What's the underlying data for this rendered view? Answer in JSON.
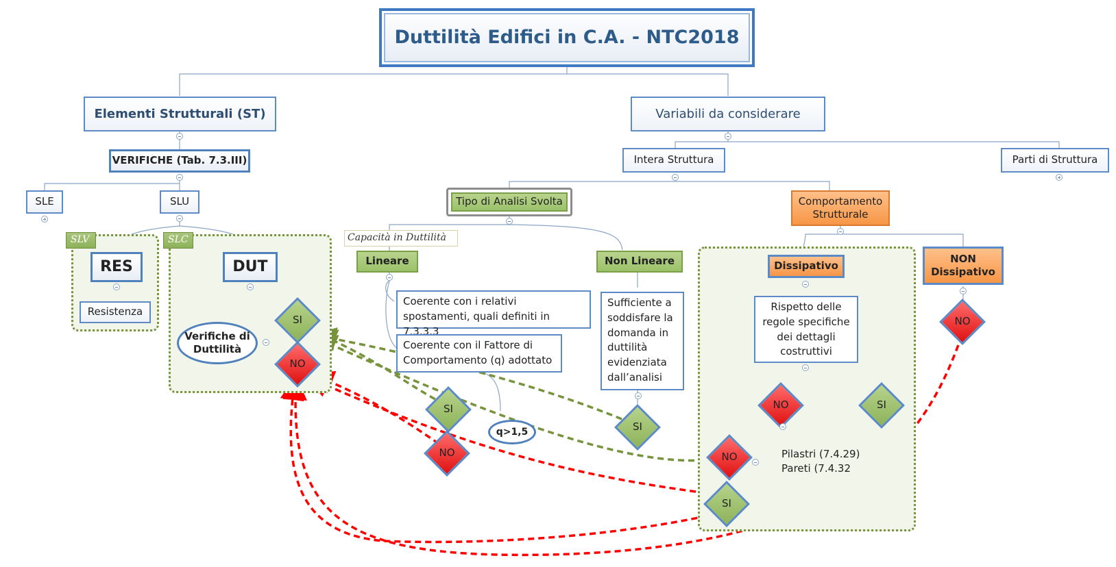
{
  "title": "Duttilità Edifici in C.A. - NTC2018",
  "left": {
    "main": "Elementi Strutturali (ST)",
    "verifiche": "VERIFICHE  (Tab. 7.3.III)",
    "sle": "SLE",
    "slu": "SLU",
    "slv_tag": "SLV",
    "slc_tag": "SLC",
    "res": "RES",
    "resistenza": "Resistenza",
    "dut": "DUT",
    "verifiche_duttilita": "Verifiche di Duttilità",
    "si": "SI",
    "no": "NO"
  },
  "right": {
    "main": "Variabili da considerare",
    "intera": "Intera Struttura",
    "parti": "Parti di Struttura",
    "tipo_analisi": "Tipo di Analisi Svolta",
    "capacita": "Capacità in Duttilità",
    "lineare": "Lineare",
    "non_lineare": "Non Lineare",
    "coerente1": "Coerente con i relativi spostamenti, quali definiti in 7.3.3.3",
    "coerente2": "Coerente con il Fattore di Comportamento (q) adottato",
    "sufficiente": "Sufficiente a soddisfare la domanda in duttilità evidenziata dall’analisi",
    "q_cond": "q>1,5",
    "si": "SI",
    "no": "NO",
    "comportamento": "Comportamento Strutturale",
    "dissipativo": "Dissipativo",
    "non_dissipativo": "NON Dissipativo",
    "rispetto": "Rispetto delle regole specifiche dei dettagli costruttivi",
    "pilastri": "Pilastri (7.4.29)",
    "pareti": "Pareti (7.4.32"
  },
  "colors": {
    "accent": "#4f81bd",
    "green": "#9bc16a",
    "red": "#e01010",
    "orange": "#f79646",
    "dash_green": "#77933c",
    "dash_red": "#ff0000"
  }
}
